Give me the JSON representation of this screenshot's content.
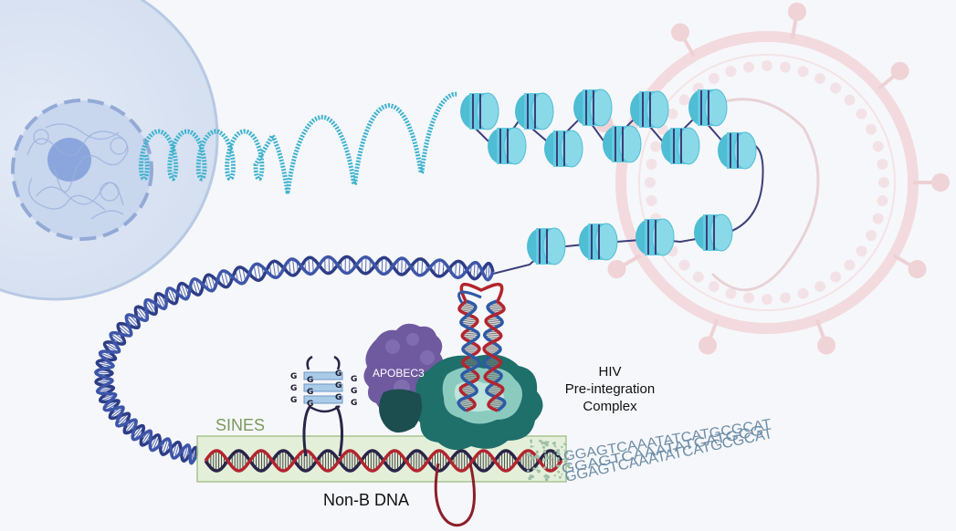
{
  "labels": {
    "sines": "SINES",
    "apobec3": "APOBEC3",
    "hiv_line1": "HIV",
    "hiv_line2": "Pre-integration",
    "hiv_line3": "Complex",
    "non_b_dna": "Non-B DNA"
  },
  "g_quadruplex": {
    "left_letters": [
      "G",
      "G",
      "G"
    ],
    "inner_left_letters": [
      "G",
      "G",
      "G"
    ],
    "inner_right_letters": [
      "G",
      "G",
      "G"
    ],
    "right_letters": [
      "G",
      "G",
      "G"
    ]
  },
  "sequences": [
    "GGAGTCAAATATCATGCGCAT",
    "GGAGTCAAATATCATGCG",
    "GGAGTCAAATATCATGCGCAT"
  ],
  "icons": [
    "cell-nucleus-icon",
    "chromatin-icon",
    "nucleosome-icon",
    "hiv-virion-icon",
    "dna-helix-icon",
    "apobec3-protein-icon",
    "g-quadruplex-icon"
  ],
  "colors": {
    "cell": "#dbe4f3",
    "nucleus": "#b6c6e6",
    "chromatin": "#3fb3cf",
    "nucleosome": "#63cbe0",
    "dna_blue": "#2d3d86",
    "dna_red": "#b3252f",
    "sines_box": "#e4f0d8",
    "apobec3": "#6e5a9e",
    "pic_dark": "#1f6e6a",
    "pic_light": "#8fcfc3",
    "virus": "#f0c8cc"
  }
}
